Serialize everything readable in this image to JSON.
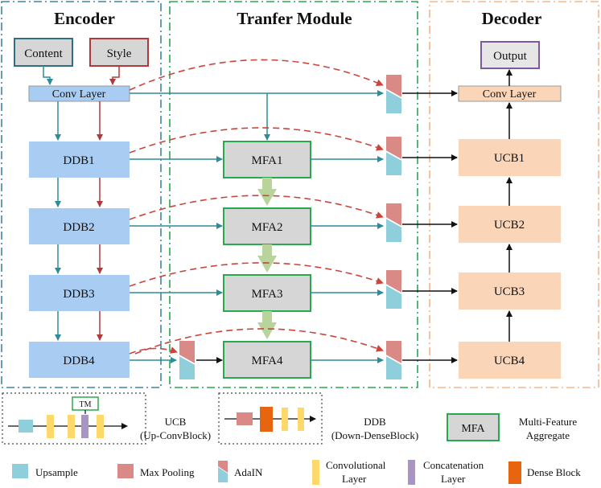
{
  "colors": {
    "blue_box": "#a8ccf2",
    "gray_box": "#d6d6d6",
    "peach_box": "#fbd5b8",
    "teal": "#2e8c9a",
    "red": "#b03a3a",
    "green_border": "#2aa84f",
    "green_arrow": "#b9d49a",
    "dashed_red": "#c9463d",
    "upsample": "#8fcfdc",
    "maxpool": "#d98a86",
    "conv": "#fcd96a",
    "concat": "#a895c4",
    "dense": "#e8650f",
    "encoder_border": "#3d86a6",
    "decoder_border": "#f5b58a"
  },
  "sections": {
    "encoder": "Encoder",
    "transfer": "Tranfer Module",
    "decoder": "Decoder"
  },
  "inputs": {
    "content": "Content",
    "style": "Style",
    "output": "Output"
  },
  "encoder": {
    "conv": "Conv Layer",
    "blocks": [
      "DDB1",
      "DDB2",
      "DDB3",
      "DDB4"
    ]
  },
  "transfer": {
    "blocks": [
      "MFA1",
      "MFA2",
      "MFA3",
      "MFA4"
    ]
  },
  "decoder": {
    "conv": "Conv Layer",
    "blocks": [
      "UCB1",
      "UCB2",
      "UCB3",
      "UCB4"
    ]
  },
  "legend": {
    "tm": "TM",
    "ucb_name": "UCB",
    "ucb_full": "(Up-ConvBlock)",
    "ddb_name": "DDB",
    "ddb_full": "(Down-DenseBlock)",
    "mfa_box": "MFA",
    "mfa_full_1": "Multi-Feature",
    "mfa_full_2": "Aggregate",
    "upsample": "Upsample",
    "maxpool": "Max Pooling",
    "adain": "AdaIN",
    "conv_1": "Convolutional",
    "conv_2": "Layer",
    "concat_1": "Concatenation",
    "concat_2": "Layer",
    "dense": "Dense Block"
  }
}
